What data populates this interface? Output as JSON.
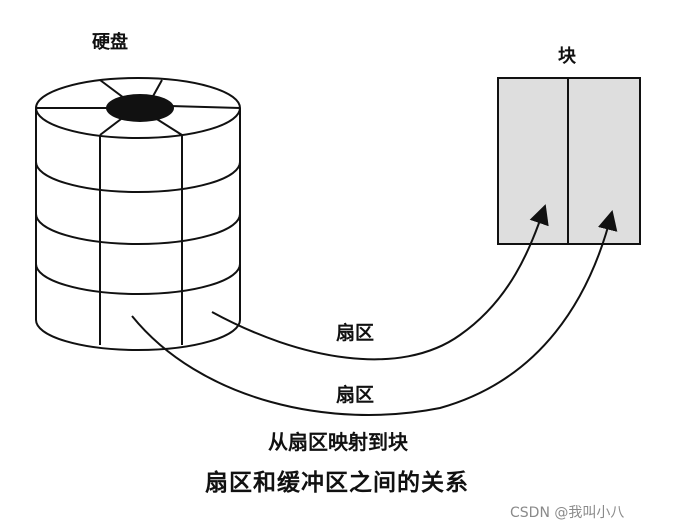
{
  "labels": {
    "disk": "硬盘",
    "block": "块",
    "sector_1": "扇区",
    "sector_2": "扇区",
    "subcaption": "从扇区映射到块",
    "caption": "扇区和缓冲区之间的关系"
  },
  "watermark": "CSDN @我叫小八"
}
